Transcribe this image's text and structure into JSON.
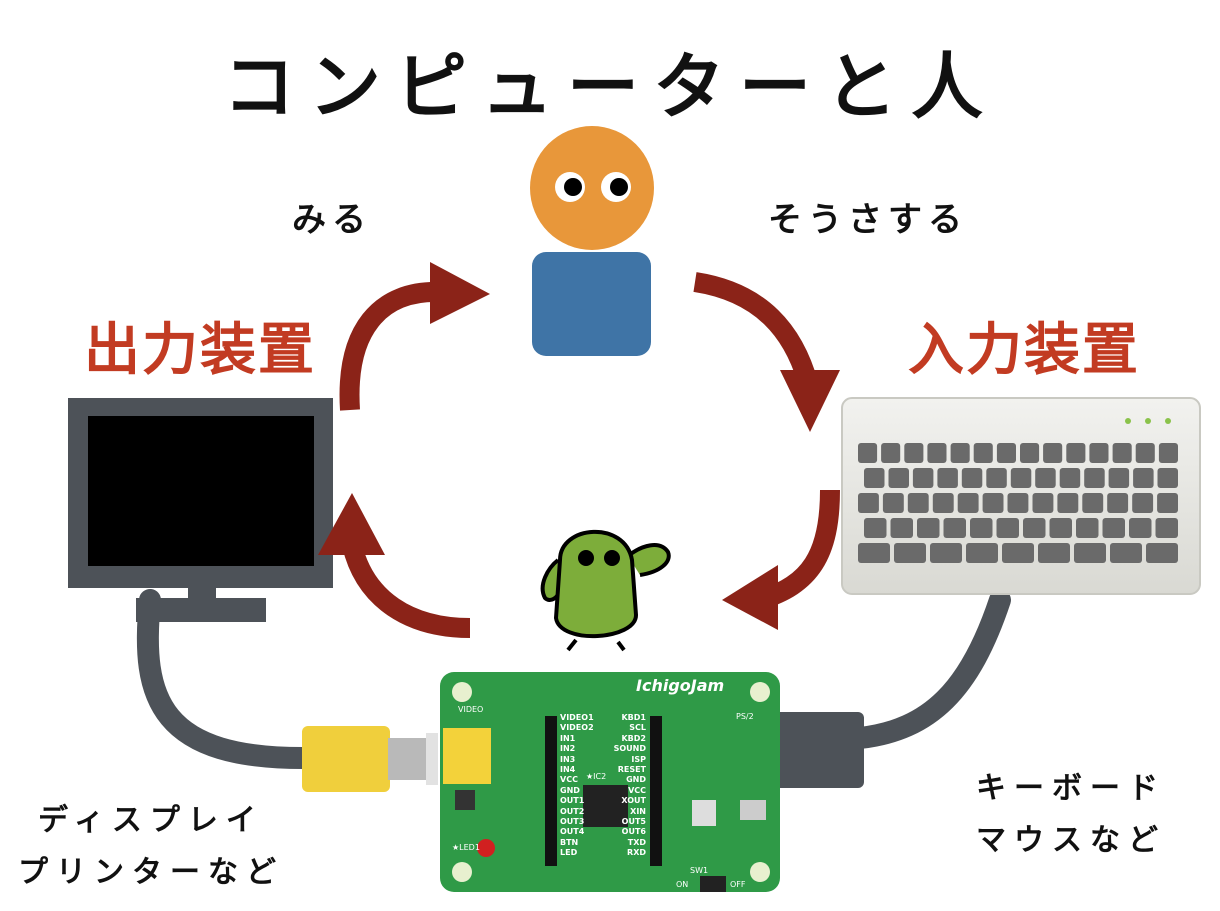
{
  "title": "コンピューターと人",
  "labels": {
    "see": "みる",
    "operate": "そうさする",
    "output_device": "出力装置",
    "input_device": "入力装置"
  },
  "captions": {
    "output_examples_line1": "ディスプレイ",
    "output_examples_line2": "プリンターなど",
    "input_examples_line1": "キーボード",
    "input_examples_line2": "マウスなど"
  },
  "board": {
    "brand": "IchigoJam",
    "left_pins": [
      "VIDEO1",
      "VIDEO2",
      "IN1",
      "IN2",
      "IN3",
      "IN4",
      "VCC",
      "GND",
      "OUT1",
      "OUT2",
      "OUT3",
      "OUT4",
      "BTN",
      "LED"
    ],
    "right_pins": [
      "KBD1",
      "SCL",
      "KBD2",
      "SOUND",
      "ISP",
      "RESET",
      "GND",
      "VCC",
      "XOUT",
      "XIN",
      "OUT5",
      "OUT6",
      "TXD",
      "RXD"
    ],
    "marks": {
      "video": "VIDEO",
      "ps2": "PS/2",
      "ic2": "★IC2",
      "led": "★LED1",
      "sw": "SW1",
      "on": "ON",
      "off": "OFF"
    }
  },
  "colors": {
    "arrow": "#8b2318",
    "accent_red": "#c23b22",
    "person_head": "#e8973a",
    "person_body": "#3f74a6",
    "monitor": "#4d5258",
    "cable": "#4d5258",
    "video_plug": "#f0cf3c",
    "board_green": "#2f9a47",
    "character_green": "#7dad3a"
  }
}
